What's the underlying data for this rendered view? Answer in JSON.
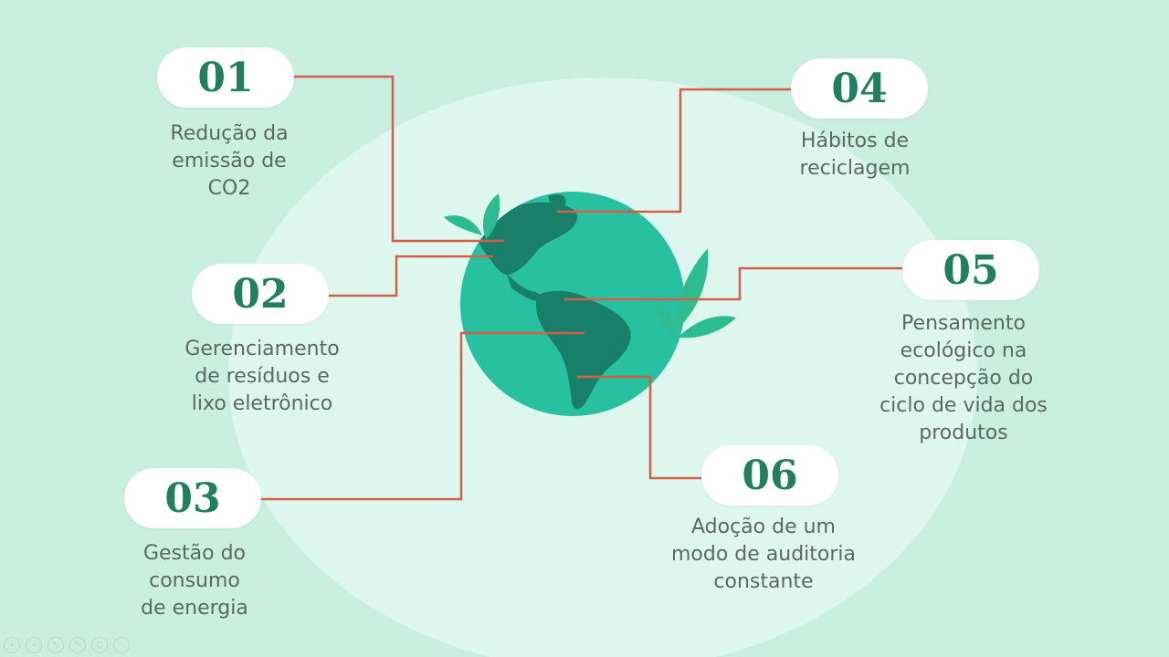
{
  "colors": {
    "background": "#c9efe1",
    "blob": "#def7ee",
    "number": "#1f7f5e",
    "caption_text": "#5b6964",
    "connector": "#d45f44",
    "globe_ocean": "#27c1a2",
    "globe_land": "#18806a",
    "leaf": "#2dbb90"
  },
  "items": [
    {
      "number": "01",
      "caption": "Redução da\nemissão de\nCO2"
    },
    {
      "number": "02",
      "caption": "Gerenciamento\nde resíduos e\nlixo eletrônico"
    },
    {
      "number": "03",
      "caption": "Gestão do\nconsumo\nde energia"
    },
    {
      "number": "04",
      "caption": "Hábitos de\nreciclagem"
    },
    {
      "number": "05",
      "caption": "Pensamento\necológico na\nconcepção do\nciclo de vida dos\nprodutos"
    },
    {
      "number": "06",
      "caption": "Adoção de um\nmodo de auditoria\nconstante"
    }
  ],
  "central_graphic": {
    "icon": "globe-icon",
    "decoration": "leaf-sprout-icon"
  },
  "player_controls": {
    "icons": [
      "previous-icon",
      "next-icon",
      "pointer-icon",
      "pen-icon",
      "zoom-icon",
      "more-icon"
    ]
  }
}
